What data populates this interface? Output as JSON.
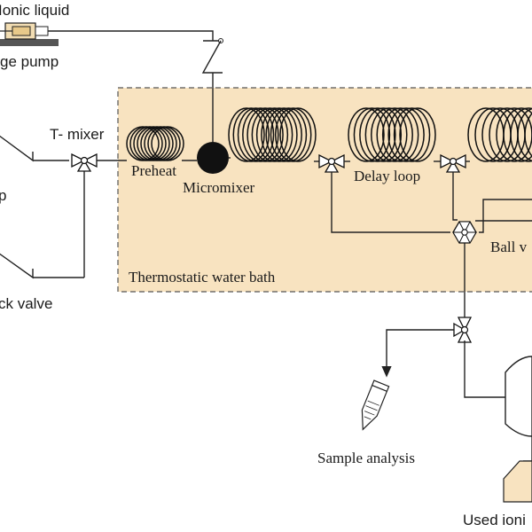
{
  "colors": {
    "bath_fill": "#f8e3c0",
    "bath_border": "#555555",
    "pump_body": "#f2ddb3",
    "pump_plunger": "#e8c98a",
    "reservoir_fill": "#f8e3c0",
    "line": "#222222"
  },
  "labels": {
    "ionic_liquid": "Ionic liquid",
    "syringe_pump": "ge pump",
    "t_mixer": "T- mixer",
    "left_pump_fragment": "p",
    "check_valve": "ck valve",
    "preheat": "Preheat",
    "micromixer": "Micromixer",
    "delay_loop": "Delay loop",
    "ball_valve": "Ball v",
    "water_bath": "Thermostatic water bath",
    "sample_analysis": "Sample analysis",
    "used_ionic": "Used ioni"
  },
  "icons": {
    "check_valve_symbol": "check-valve-zigzag",
    "three_way_valve": "three-way-valve-icon",
    "six_port_ball_valve": "ball-valve-icon",
    "sample_tube": "centrifuge-tube-icon",
    "collection_vessel": "reservoir-tank-icon"
  }
}
